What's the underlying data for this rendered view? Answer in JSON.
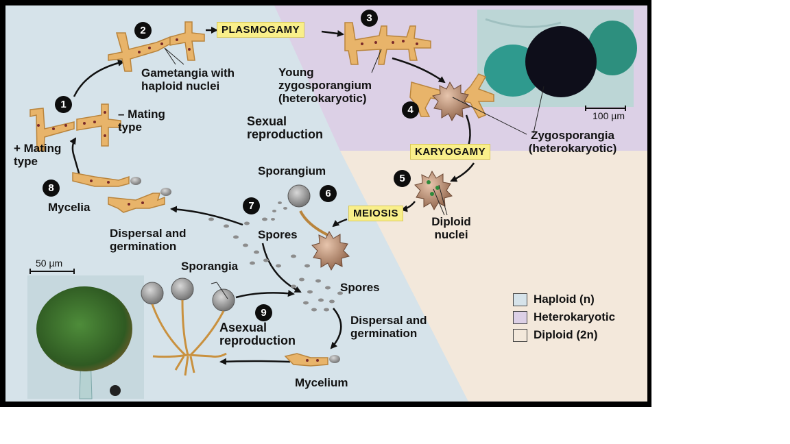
{
  "labels": {
    "gametangia": "Gametangia with haploid nuclei",
    "minus_mating": "– Mating type",
    "plus_mating": "+ Mating type",
    "young_zygo": "Young zygosporangium (heterokaryotic)",
    "sexual": "Sexual reproduction",
    "zygosporangia": "Zygosporangia (heterokaryotic)",
    "sporangium": "Sporangium",
    "mycelia": "Mycelia",
    "dispersal1": "Dispersal and germination",
    "spores1": "Spores",
    "diploid_nuclei": "Diploid nuclei",
    "sporangia": "Sporangia",
    "spores2": "Spores",
    "asexual": "Asexual reproduction",
    "dispersal2": "Dispersal and germination",
    "mycelium": "Mycelium"
  },
  "processes": {
    "plasmogamy": "PLASMOGAMY",
    "karyogamy": "KARYOGAMY",
    "meiosis": "MEIOSIS"
  },
  "steps": [
    "1",
    "2",
    "3",
    "4",
    "5",
    "6",
    "7",
    "8",
    "9"
  ],
  "scale_bars": {
    "top": "100 µm",
    "left": "50 µm"
  },
  "legend": [
    {
      "label": "Haploid (n)",
      "color": "#d6e3ea"
    },
    {
      "label": "Heterokaryotic",
      "color": "#dcd0e6"
    },
    {
      "label": "Diploid (2n)",
      "color": "#f3e8db"
    }
  ],
  "colors": {
    "haploid": "#d6e3ea",
    "heterokaryotic": "#dcd0e6",
    "diploid": "#f3e8db",
    "hyphae": "#e8b46a",
    "process_box": "#f9ef8a"
  }
}
